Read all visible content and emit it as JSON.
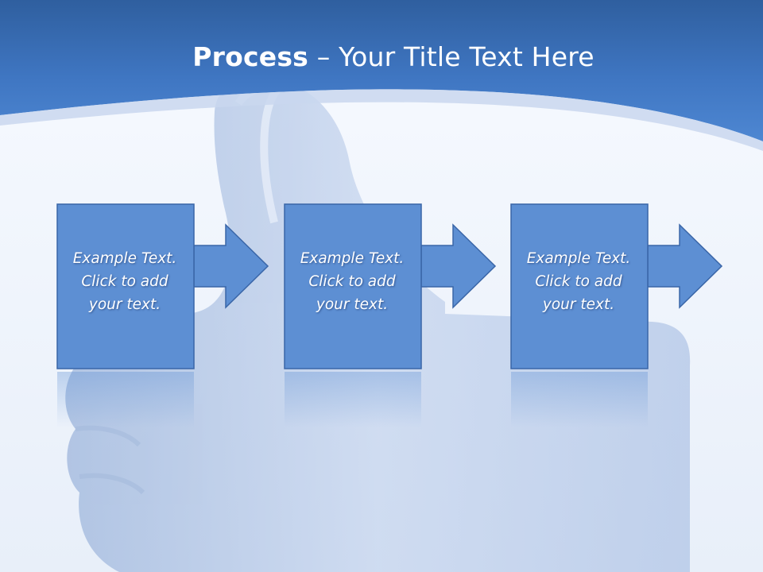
{
  "title": {
    "bold": "Process",
    "rest": " – Your Title Text Here"
  },
  "steps": [
    {
      "lines": [
        "Example Text.",
        "Click  to add",
        "your text."
      ]
    },
    {
      "lines": [
        "Example Text.",
        "Click  to add",
        "your text."
      ]
    },
    {
      "lines": [
        "Example Text.",
        "Click  to add",
        "your text."
      ]
    }
  ],
  "colors": {
    "header_blue": "#3f76c2",
    "box_fill": "#5d8fd3",
    "box_border": "#3a66a8",
    "background": "#eef3fa"
  },
  "icons": {
    "background": "thumbs-up-icon",
    "connector": "right-arrow-icon"
  }
}
